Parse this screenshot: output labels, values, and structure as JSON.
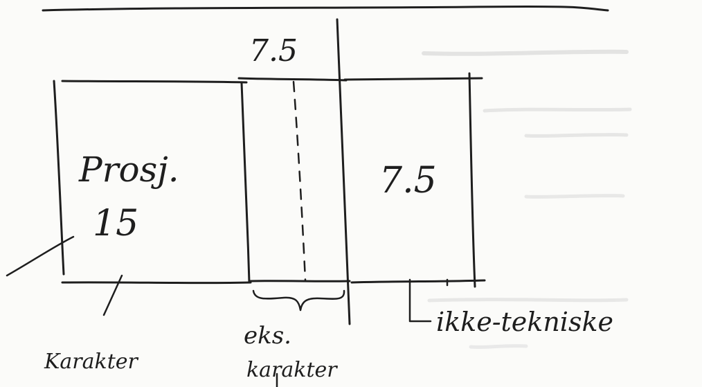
{
  "labels": {
    "top_value": "7.5",
    "box_left_word": "Prosj.",
    "box_left_value": "15",
    "box_right_value": "7.5",
    "caption_left": "Karakter",
    "caption_middle_line1": "eks.",
    "caption_middle_line2": "karakter",
    "caption_right": "ikke-tekniske"
  },
  "colors": {
    "ink": "#1e1e1e",
    "paper": "#fbfbf9",
    "bleed_through": "#c9c9c9"
  }
}
